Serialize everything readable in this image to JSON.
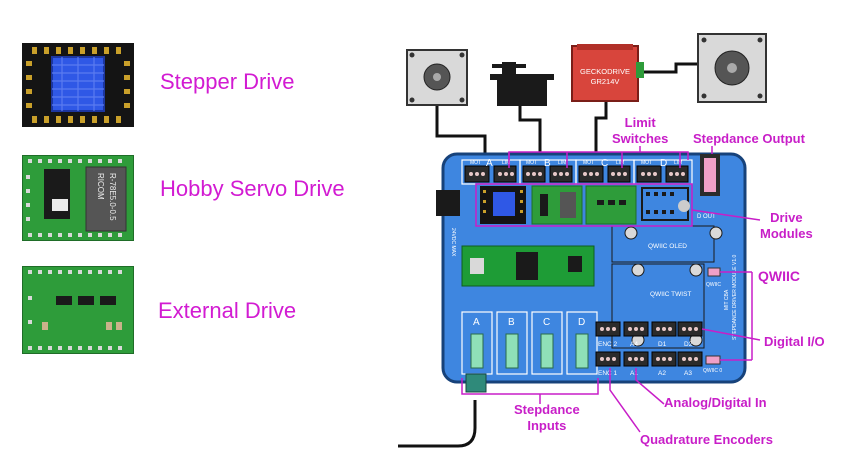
{
  "legend": {
    "stepper_drive": "Stepper Drive",
    "hobby_servo_drive": "Hobby Servo Drive",
    "external_drive": "External Drive",
    "servo_chip_text_1": "RICOM",
    "servo_chip_text_2": "R-78E5.0-0.5"
  },
  "board": {
    "gecko_line1": "GECKODRIVE",
    "gecko_line2": "GR214V",
    "header_mot_a": "MOT",
    "header_a": "A",
    "header_lim_a": "LIM",
    "header_mot_b": "MOT",
    "header_b": "B",
    "header_lim_b": "LIM",
    "header_mot_c": "MOT",
    "header_c": "C",
    "header_lim_c": "LIM",
    "header_mot_d": "MOT",
    "header_d": "D",
    "header_lim_d": "LIM",
    "d_out": "D OUT",
    "power_label": "24VDC MAX",
    "qwiic_oled": "QWIIC OLED",
    "qwiic_twist": "QWIIC TWIST",
    "qwiic_label_small": "QWIIC",
    "qwiic_0": "QWIIC 0",
    "vertical_label": "STEPDANCE DRIVER MODULE V1.0",
    "vertical_label_2": "MIT CBA",
    "input_a": "A",
    "input_b": "B",
    "input_c": "C",
    "input_d": "D",
    "enc2": "ENC 2",
    "a4": "A4",
    "d1": "D1",
    "d2": "D2",
    "enc1": "ENC 1",
    "a1": "A1",
    "a2": "A2",
    "a3": "A3"
  },
  "callouts": {
    "limit_switches": "Limit\nSwitches",
    "stepdance_output": "Stepdance Output",
    "drive_modules": "Drive\nModules",
    "qwiic": "QWIIC",
    "digital_io": "Digital I/O",
    "analog_digital_in": "Analog/Digital In",
    "stepdance_inputs": "Stepdance\nInputs",
    "quadrature_encoders": "Quadrature Encoders"
  },
  "colors": {
    "accent_magenta": "#d21bd2",
    "board_blue": "#3e86e0",
    "module_green": "#2e9c3a",
    "stepper_chip_blue": "#2f58e6",
    "gecko_red": "#d8453c"
  }
}
